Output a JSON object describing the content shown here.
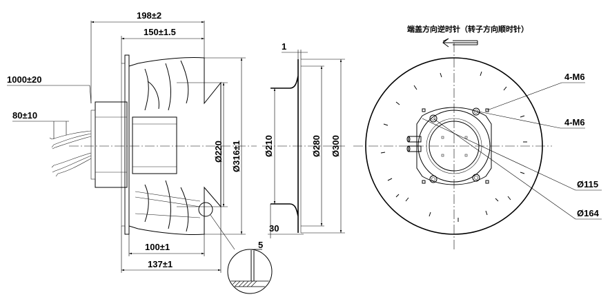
{
  "side_view": {
    "width_overall": "198±2",
    "width_impeller": "150±1.5",
    "cable_length": "1000±20",
    "cable_strip": "80±10",
    "dia_inlet_ring": "Ø220",
    "dia_outer": "Ø316±1",
    "width_front": "100±1",
    "width_mid": "137±1"
  },
  "detail": {
    "gap": "5"
  },
  "inlet_ring_view": {
    "thickness": "1",
    "dia_inner": "Ø210",
    "dia_mid": "Ø280",
    "dia_outer": "Ø300",
    "depth": "30"
  },
  "front_view": {
    "rotation_note": "端盖方向逆时针（转子方向顺时针）",
    "holes_outer": "4-M6",
    "holes_inner": "4-M6",
    "bolt_circle_small": "Ø115",
    "bolt_circle_large": "Ø164"
  }
}
